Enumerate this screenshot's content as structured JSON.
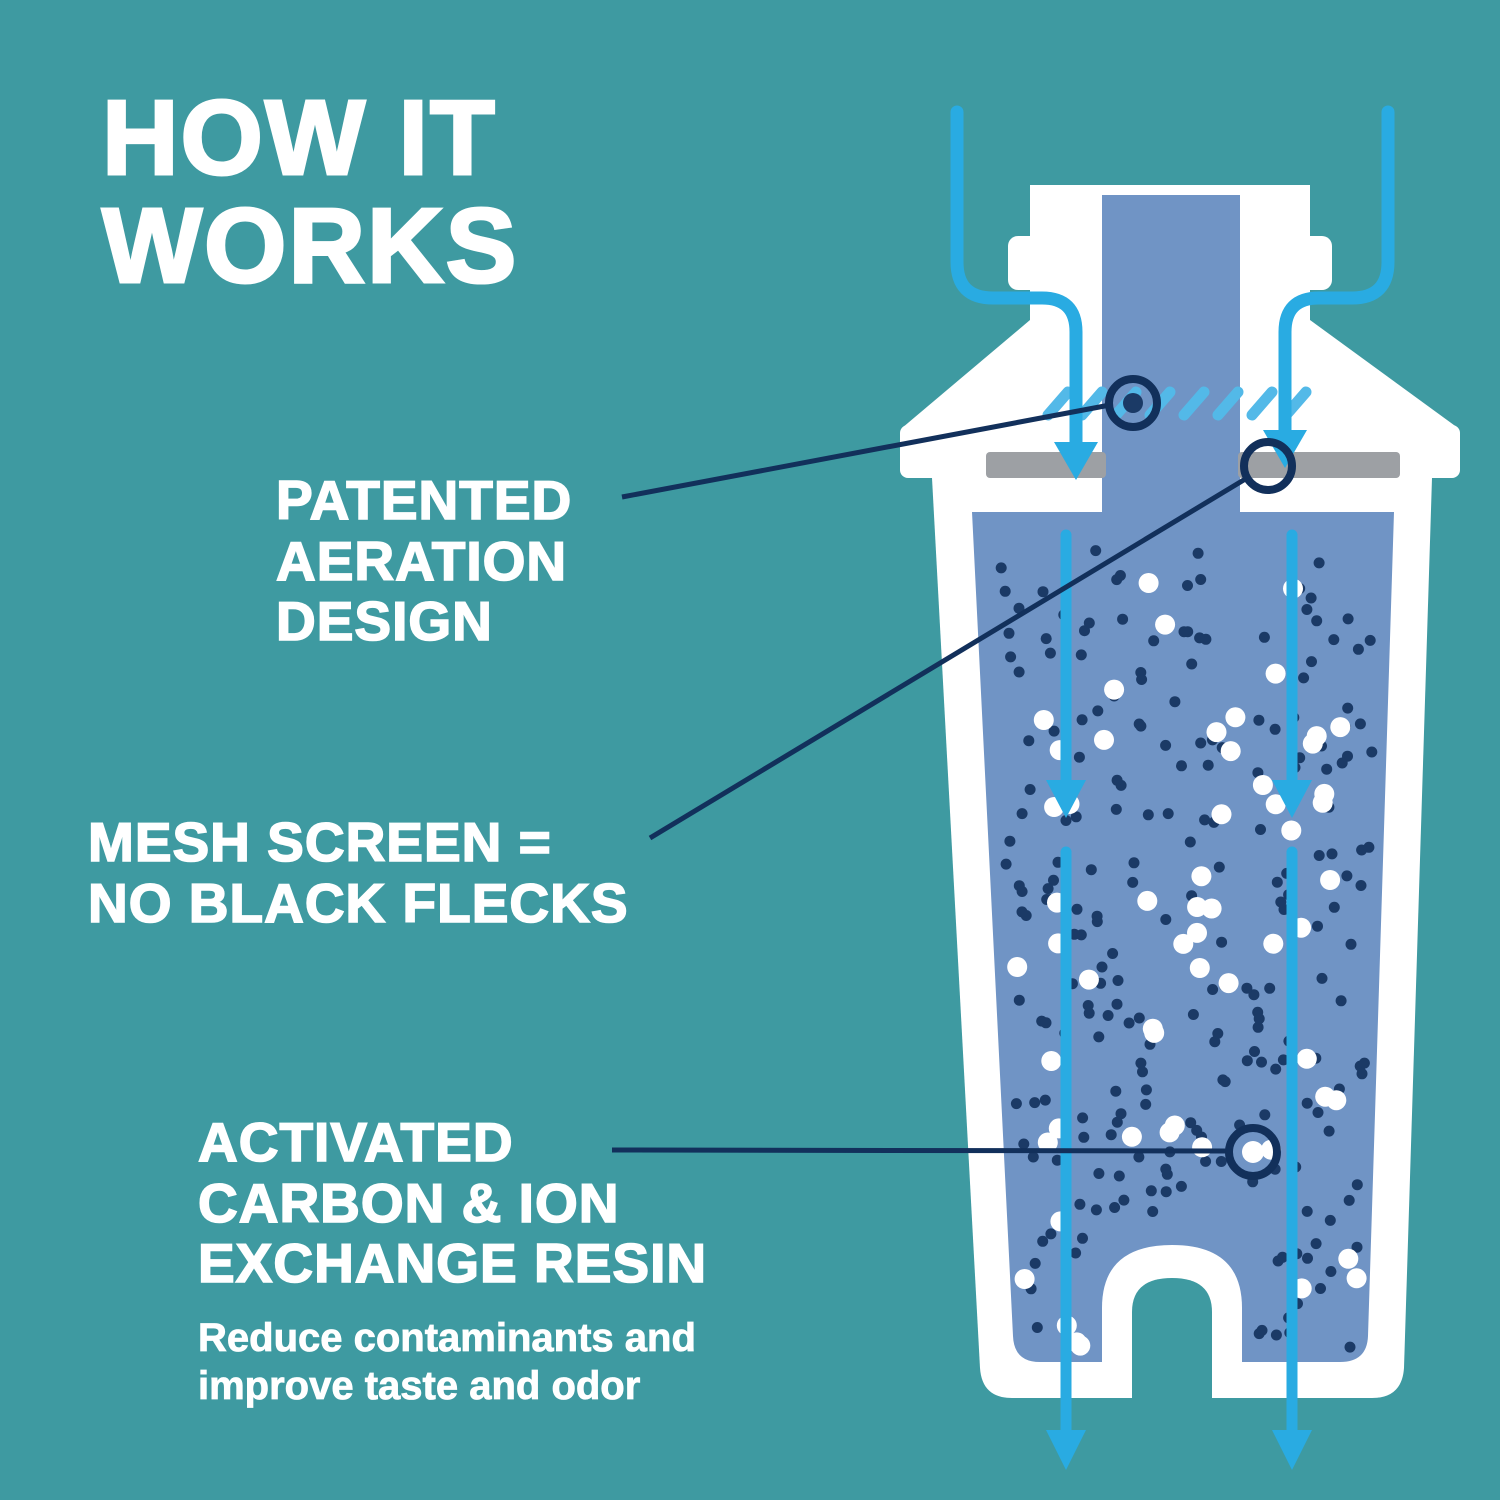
{
  "background_color": "#3E9AA1",
  "title": {
    "lines": [
      "HOW IT",
      "WORKS"
    ]
  },
  "callouts": {
    "aeration": {
      "lines": [
        "PATENTED",
        "AERATION",
        "DESIGN"
      ]
    },
    "mesh": {
      "lines": [
        "MESH SCREEN =",
        "NO BLACK FLECKS"
      ]
    },
    "carbon": {
      "lines": [
        "ACTIVATED",
        "CARBON & ION",
        "EXCHANGE RESIN"
      ],
      "subtext": [
        "Reduce contaminants and",
        "improve taste and odor"
      ]
    }
  },
  "diagram": {
    "subject": "water-filter-cartridge-cross-section",
    "colors": {
      "background_teal": "#3E9AA1",
      "text_white": "#FFFFFF",
      "filter_white": "#FFFFFF",
      "filter_media_blue": "#7094C5",
      "water_flow_cyan": "#29ABE2",
      "mesh_dash_blue": "#53B9E8",
      "mesh_bar_gray": "#9DA0A4",
      "carbon_fleck_navy": "#1B3A66",
      "resin_bead_white": "#FFFFFF",
      "callout_navy": "#12305B"
    }
  }
}
